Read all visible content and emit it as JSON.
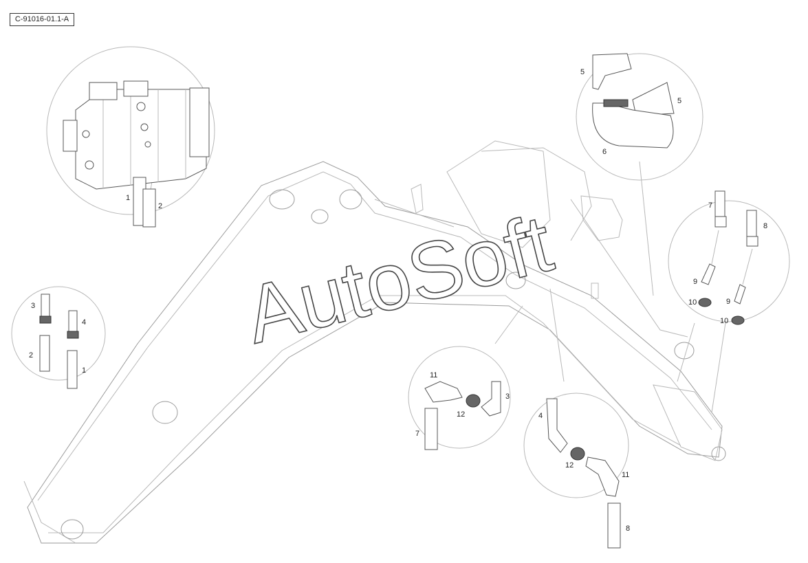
{
  "diagram_code": "C-91016-01.1-A",
  "watermark": "AutoSoft",
  "callouts": [
    {
      "id": "c1a",
      "text": "1"
    },
    {
      "id": "c2a",
      "text": "2"
    },
    {
      "id": "c3a",
      "text": "3"
    },
    {
      "id": "c4a",
      "text": "4"
    },
    {
      "id": "c2b",
      "text": "2"
    },
    {
      "id": "c1b",
      "text": "1"
    },
    {
      "id": "c5a",
      "text": "5"
    },
    {
      "id": "c5b",
      "text": "5"
    },
    {
      "id": "c6",
      "text": "6"
    },
    {
      "id": "c7a",
      "text": "7"
    },
    {
      "id": "c8a",
      "text": "8"
    },
    {
      "id": "c9a",
      "text": "9"
    },
    {
      "id": "c9b",
      "text": "9"
    },
    {
      "id": "c10a",
      "text": "10"
    },
    {
      "id": "c10b",
      "text": "10"
    },
    {
      "id": "c11a",
      "text": "11"
    },
    {
      "id": "c3b",
      "text": "3"
    },
    {
      "id": "c12a",
      "text": "12"
    },
    {
      "id": "c7b",
      "text": "7"
    },
    {
      "id": "c4b",
      "text": "4"
    },
    {
      "id": "c12b",
      "text": "12"
    },
    {
      "id": "c11b",
      "text": "11"
    },
    {
      "id": "c8b",
      "text": "8"
    }
  ]
}
